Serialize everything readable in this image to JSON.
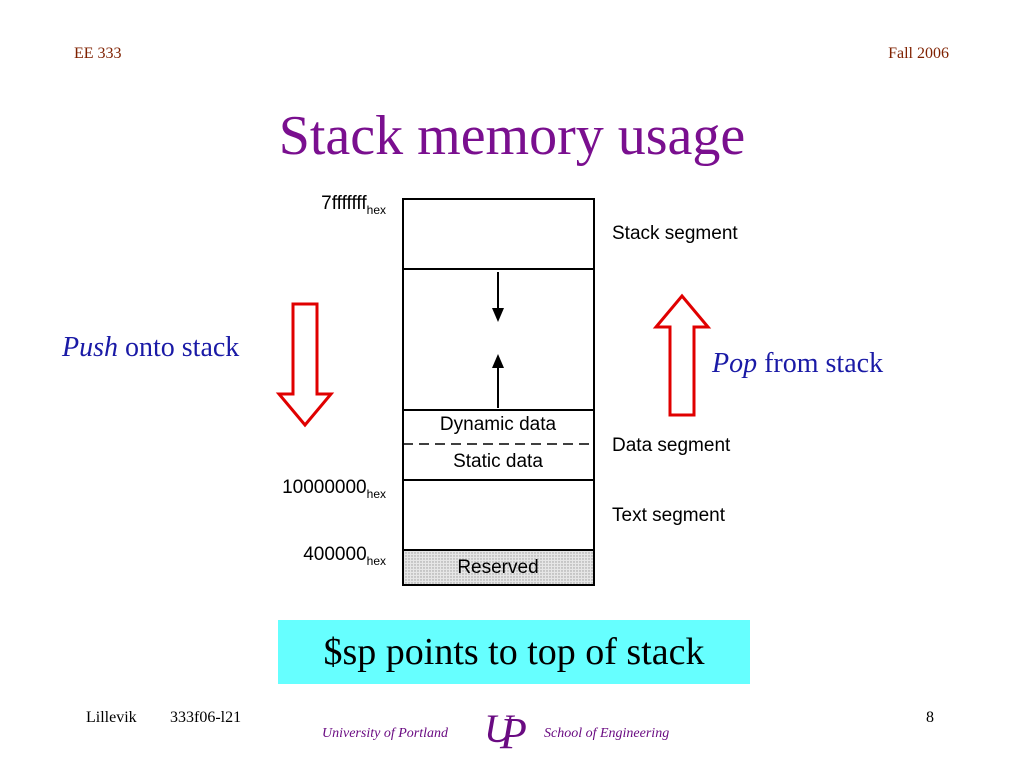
{
  "header": {
    "course": "EE 333",
    "term": "Fall 2006"
  },
  "title": "Stack memory usage",
  "diagram": {
    "addresses": {
      "top": "7fffffff",
      "mid": "10000000",
      "low": "400000",
      "suffix": "hex"
    },
    "segments": {
      "stack": "Stack segment",
      "data": "Data segment",
      "text": "Text segment"
    },
    "box_labels": {
      "dynamic": "Dynamic data",
      "static": "Static data",
      "reserved": "Reserved"
    }
  },
  "push": {
    "em": "Push",
    "rest": " onto stack"
  },
  "pop": {
    "em": "Pop",
    "rest": " from stack"
  },
  "note": "$sp points to top of stack",
  "footer": {
    "author": "Lillevik",
    "lecture": "333f06-l21",
    "university": "University of Portland",
    "school": "School of Engineering",
    "page": "8"
  },
  "colors": {
    "title": "#7a0f8f",
    "header": "#7f2100",
    "side_text": "#1a1aa6",
    "arrow": "#e00000",
    "note_bg": "#66ffff"
  }
}
